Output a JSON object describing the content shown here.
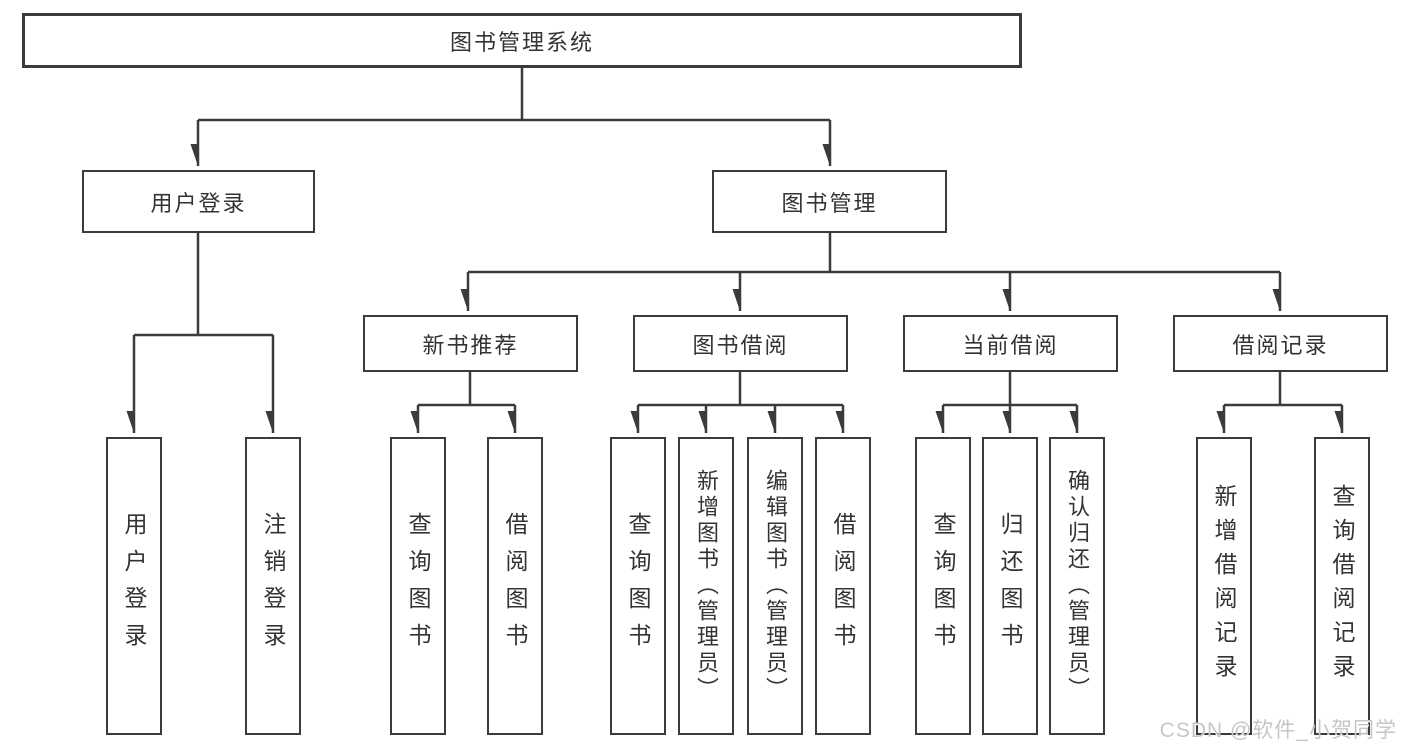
{
  "diagram": {
    "root": {
      "label": "图书管理系统"
    },
    "level2": [
      {
        "label": "用户登录",
        "leaves": [
          "用户登录",
          "注销登录"
        ]
      },
      {
        "label": "图书管理",
        "groups": [
          {
            "label": "新书推荐",
            "leaves": [
              "查询图书",
              "借阅图书"
            ]
          },
          {
            "label": "图书借阅",
            "leaves": [
              "查询图书",
              "新增图书（管理员）",
              "编辑图书（管理员）",
              "借阅图书"
            ]
          },
          {
            "label": "当前借阅",
            "leaves": [
              "查询图书",
              "归还图书",
              "确认归还（管理员）"
            ]
          },
          {
            "label": "借阅记录",
            "leaves": [
              "新增借阅记录",
              "查询借阅记录"
            ]
          }
        ]
      }
    ]
  },
  "watermark": {
    "text": "CSDN @软件_小贺同学"
  },
  "colors": {
    "background": "#ffffff",
    "line": "#3b3b3b",
    "text": "#333333",
    "watermark": "#c6c6c6"
  }
}
